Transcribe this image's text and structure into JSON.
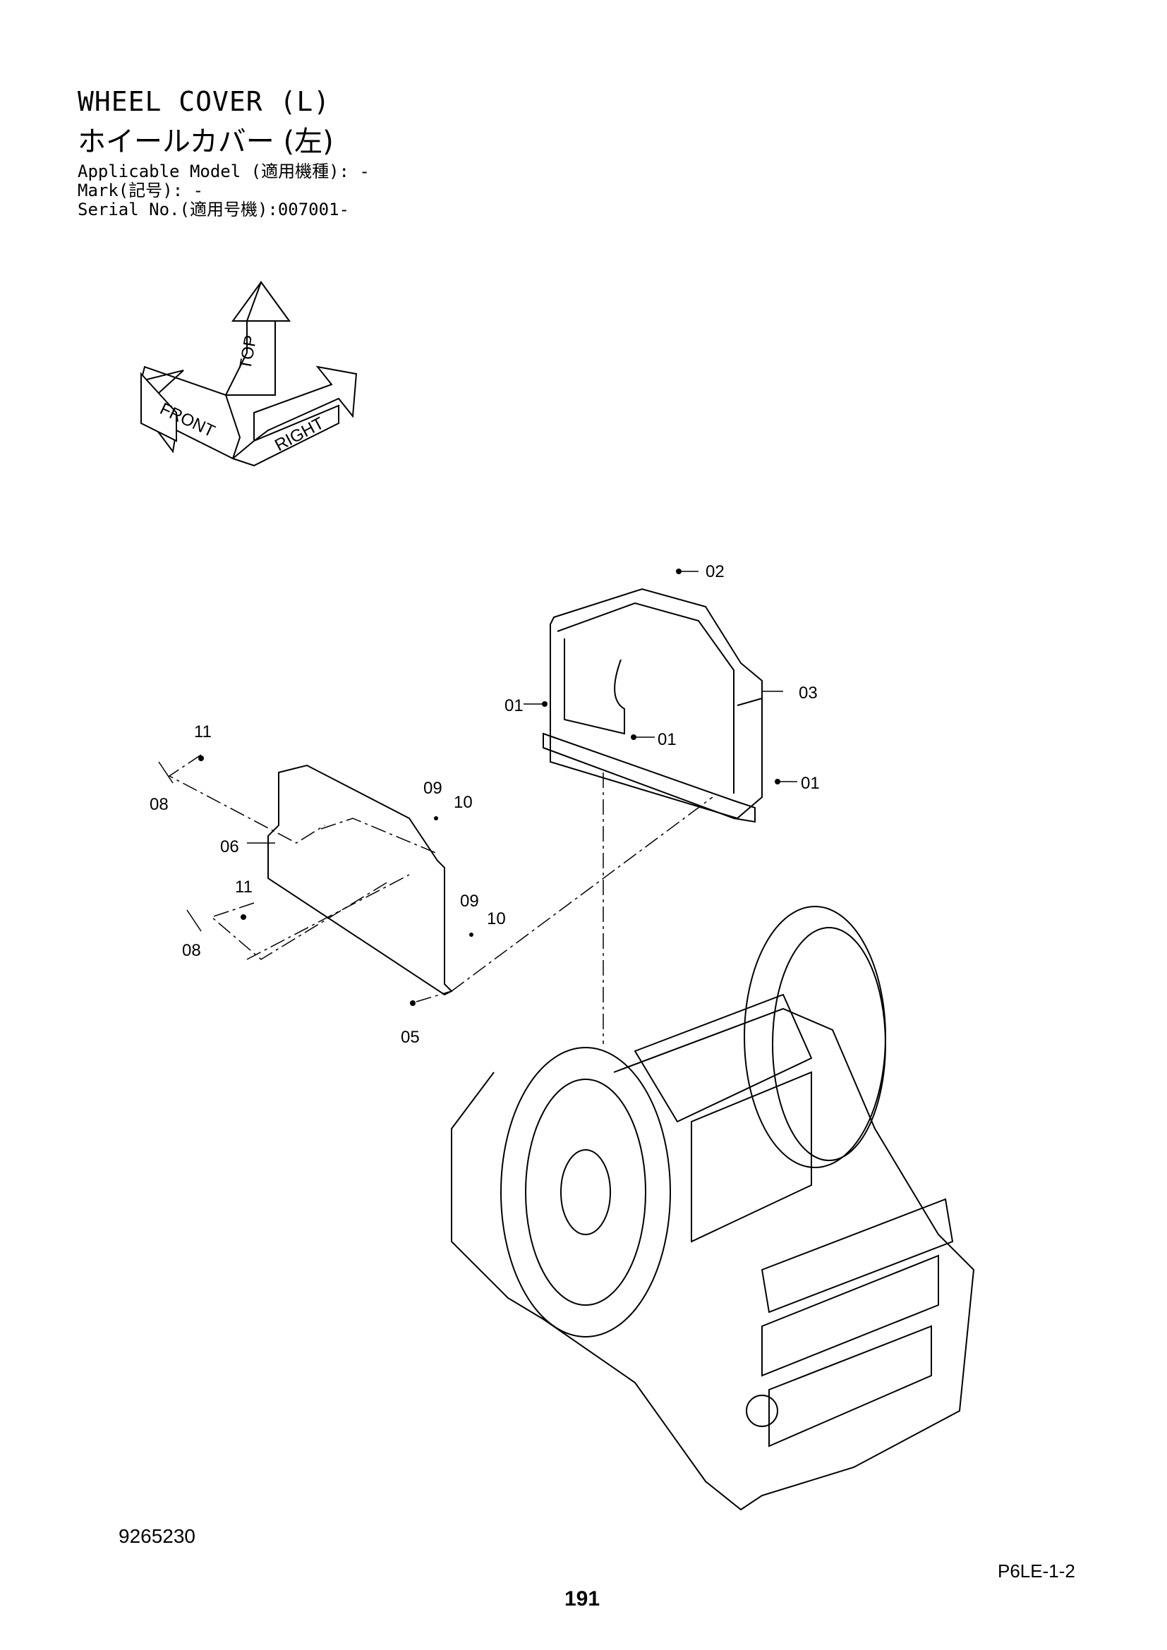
{
  "header": {
    "title_en": "WHEEL COVER (L)",
    "title_jp": "ホイールカバー (左)",
    "applicable_model": "Applicable Model (適用機種): -",
    "mark": "Mark(記号): -",
    "serial_no": "Serial No.(適用号機):007001-"
  },
  "orientation": {
    "top": "TOP",
    "front": "FRONT",
    "right": "RIGHT"
  },
  "callouts": {
    "c01a": "01",
    "c01b": "01",
    "c01c": "01",
    "c02": "02",
    "c03": "03",
    "c05": "05",
    "c06": "06",
    "c08a": "08",
    "c08b": "08",
    "c09a": "09",
    "c09b": "09",
    "c10a": "10",
    "c10b": "10",
    "c11a": "11",
    "c11b": "11"
  },
  "footer": {
    "drawing_number": "9265230",
    "catalog_code": "P6LE-1-2",
    "page_number": "191"
  }
}
